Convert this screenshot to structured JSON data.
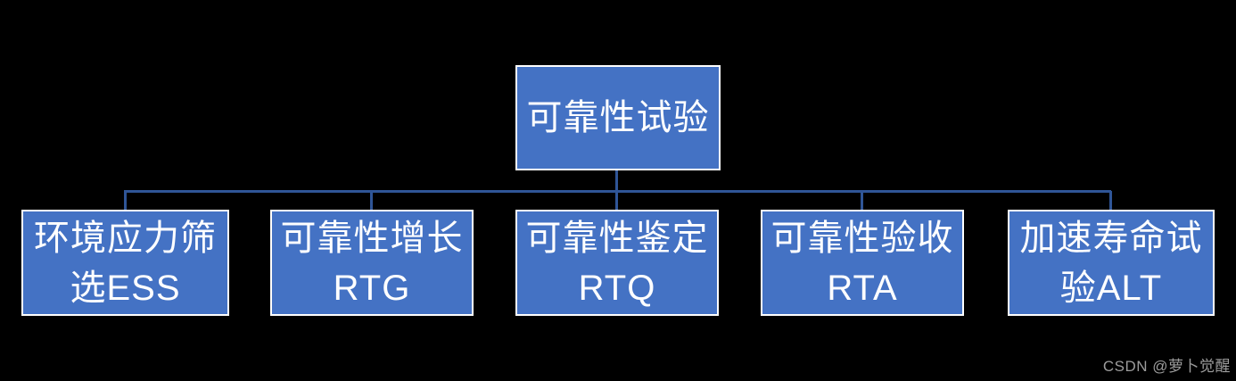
{
  "page": {
    "background": "#000000"
  },
  "diagram": {
    "type": "org-chart",
    "title_node": {
      "label": "可靠性试验"
    },
    "children": [
      {
        "label": "环境应力筛选ESS",
        "lines": [
          "环境应力筛",
          "选ESS"
        ]
      },
      {
        "label": "可靠性增长RTG",
        "lines": [
          "可靠性增长",
          "RTG"
        ]
      },
      {
        "label": "可靠性鉴定RTQ",
        "lines": [
          "可靠性鉴定",
          "RTQ"
        ]
      },
      {
        "label": "可靠性验收RTA",
        "lines": [
          "可靠性验收",
          "RTA"
        ]
      },
      {
        "label": "加速寿命试验ALT",
        "lines": [
          "加速寿命试",
          "验ALT"
        ]
      }
    ],
    "colors": {
      "box_fill": "#4472C4",
      "box_border": "#FFFFFF",
      "box_text": "#FFFFFF",
      "connector": "#2F5597"
    }
  },
  "watermark": {
    "text": "CSDN @萝卜觉醒",
    "color": "#9C9C9C"
  }
}
